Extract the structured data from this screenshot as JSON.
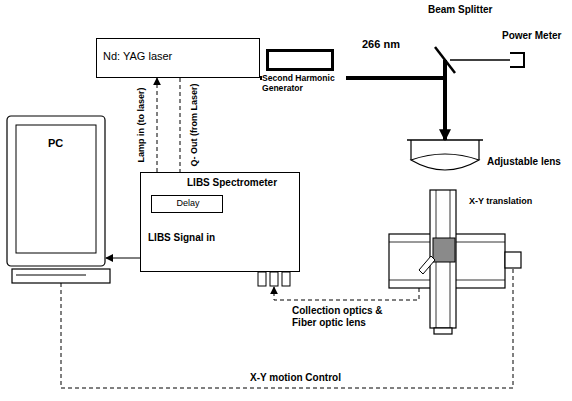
{
  "diagram": {
    "nodes": [
      {
        "text": [
          "Nd: YAG laser"
        ]
      },
      {
        "text": [
          "Second Harmonic Generator"
        ]
      },
      {
        "text": [
          "Beam Splitter"
        ]
      },
      {
        "text": [
          "Power Meter"
        ]
      },
      {
        "text": [
          "Adjustable lens"
        ]
      },
      {
        "text": [
          "PC"
        ]
      },
      {
        "text": [
          "LIBS Spectrometer"
        ]
      },
      {
        "text": [
          "Delay"
        ],
        "in": 6
      },
      {
        "text": [
          "X-Y translation"
        ]
      }
    ],
    "edges": [
      {
        "from": 0,
        "to": 1,
        "arrow": "none"
      },
      {
        "from": 1,
        "to": 2,
        "label": "266 nm",
        "arrow": "none"
      },
      {
        "from": 2,
        "to": 3,
        "arrow": "none"
      },
      {
        "from": 2,
        "to": 4,
        "arrow": "to"
      },
      {
        "from": 6,
        "to": 0,
        "label": "Lamp in (to laser)",
        "arrow": "to"
      },
      {
        "from": 0,
        "to": 7,
        "label": "Q- Out (from Laser)",
        "arrow": "to"
      },
      {
        "from": 6,
        "to": 5,
        "label": "LIBS Signal in",
        "arrow": "to"
      },
      {
        "from": 5,
        "to": 8,
        "label": "X-Y motion Control",
        "arrow": "none"
      },
      {
        "from": 8,
        "to": 6,
        "label": "Collection optics & Fiber optic lens",
        "arrow": "to"
      }
    ]
  }
}
